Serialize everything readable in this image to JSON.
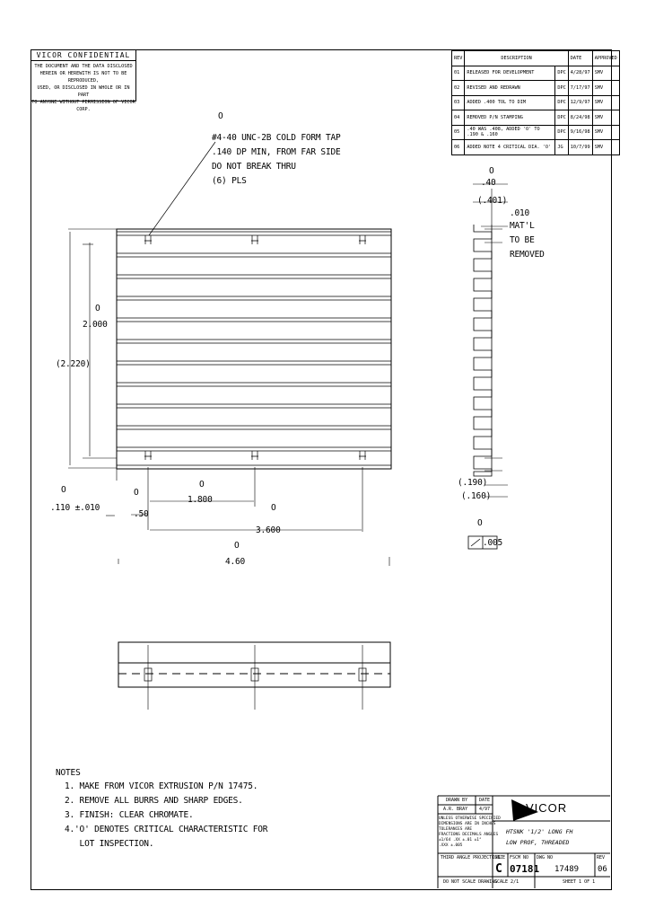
{
  "confidential": {
    "header": "VICOR CONFIDENTIAL",
    "lines": [
      "THE DOCUMENT AND THE DATA DISCLOSED",
      "HEREIN OR HEREWITH IS NOT TO BE REPRODUCED,",
      "USED, OR DISCLOSED IN WHOLE OR IN PART",
      "TO ANYONE WITHOUT PERMISSION OF VICOR CORP."
    ]
  },
  "revisions": {
    "headers": [
      "REV",
      "DESCRIPTION",
      "DATE",
      "APPROVED"
    ],
    "rows": [
      {
        "rev": "01",
        "desc": "RELEASED FOR DEVELOPMENT",
        "by": "DPC",
        "date": "4/28/97",
        "appr": "SMV"
      },
      {
        "rev": "02",
        "desc": "REVISED AND REDRAWN",
        "by": "DPC",
        "date": "7/17/97",
        "appr": "SMV"
      },
      {
        "rev": "03",
        "desc": "ADDED .400 TOL TO DIM",
        "by": "DPC",
        "date": "12/9/97",
        "appr": "SMV"
      },
      {
        "rev": "04",
        "desc": "REMOVED P/N STAMPING",
        "by": "DPC",
        "date": "8/24/98",
        "appr": "SMV"
      },
      {
        "rev": "05",
        "desc": ".40 WAS .408, ADDED 'O' TO .190 & .160",
        "by": "DPC",
        "date": "9/16/98",
        "appr": "SMV"
      },
      {
        "rev": "06",
        "desc": "ADDED NOTE 4 CRITICAL DIA. 'O'",
        "by": "JG",
        "date": "10/7/99",
        "appr": "SMV"
      }
    ]
  },
  "callout": {
    "symbol": "O",
    "lines": [
      "#4-40 UNC-2B COLD FORM TAP",
      ".140 DP MIN, FROM FAR SIDE",
      "DO NOT BREAK THRU",
      "(6) PLS"
    ]
  },
  "dims": {
    "h_sym": "O",
    "h_val": "2.000",
    "h_ref": "(2.220)",
    "edge_sym": "O",
    "edge_val": ".110 ±.010",
    "s_sym": "O",
    "s_val": ".50",
    "p1_sym": "O",
    "p1_val": "1.800",
    "p2_sym": "O",
    "p2_val": "3.600",
    "w_sym": "O",
    "w_val": "4.60"
  },
  "side": {
    "t_sym": "O",
    "t1": ".40",
    "t2": "(.401)",
    "matl": [
      ".010",
      "MAT'L",
      "TO BE",
      "REMOVED"
    ],
    "b1": "(.190)",
    "b2": "(.160)",
    "b_sym": "O",
    "flat": ".005"
  },
  "notes": {
    "title": "NOTES",
    "items": [
      "1. MAKE FROM VICOR EXTRUSION P/N 17475.",
      "2. REMOVE ALL BURRS AND SHARP EDGES.",
      "3. FINISH: CLEAR CHROMATE.",
      "4.'O' DENOTES CRITICAL CHARACTERISTIC FOR",
      "   LOT INSPECTION."
    ]
  },
  "title_block": {
    "drawn": "DRAWN BY",
    "date_h": "DATE",
    "drawn_val": "A.R. BRAY",
    "date_val": "4/97",
    "spec": [
      "UNLESS OTHERWISE SPECIFIED",
      "DIMENSIONS ARE IN INCHES",
      "TOLERANCES ARE",
      "FRACTIONS  DECIMALS  ANGLES",
      "±1/64  .XX ±.01  ±1°",
      "  .XXX ±.005"
    ],
    "company": "VICOR",
    "title": [
      "HTSNK '1/2' LONG FH",
      "LOW PROF, THREADED"
    ],
    "proj": "THIRD ANGLE PROJECTION",
    "size_h": "SIZE",
    "fscm_h": "FSCM NO",
    "dwg_h": "DWG NO",
    "rev_h": "REV",
    "size": "C",
    "fscm": "07181",
    "dwg": "17489",
    "rev": "06",
    "noscale": "DO NOT SCALE DRAWING",
    "scale": "SCALE 2/1",
    "sheet": "SHEET 1 OF 1"
  }
}
